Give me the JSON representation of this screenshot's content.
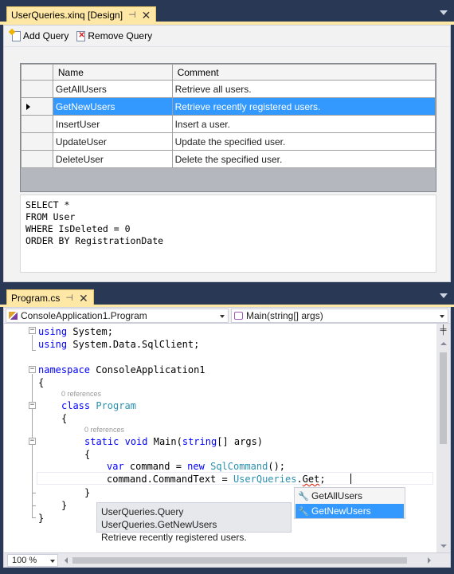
{
  "designer_tab": {
    "title": "UserQueries.xinq [Design]",
    "pin": "⊣",
    "close": "✕"
  },
  "toolbar": {
    "add_label": "Add Query",
    "remove_label": "Remove Query"
  },
  "grid": {
    "columns": [
      "Name",
      "Comment"
    ],
    "rows": [
      {
        "name": "GetAllUsers",
        "comment": "Retrieve all users."
      },
      {
        "name": "GetNewUsers",
        "comment": "Retrieve recently registered users."
      },
      {
        "name": "InsertUser",
        "comment": "Insert a user."
      },
      {
        "name": "UpdateUser",
        "comment": "Update the specified user."
      },
      {
        "name": "DeleteUser",
        "comment": "Delete the specified user."
      }
    ],
    "selected_index": 1
  },
  "sql": {
    "lines": [
      "SELECT *",
      "FROM User",
      "WHERE IsDeleted = 0",
      "ORDER BY RegistrationDate"
    ]
  },
  "code_tab": {
    "title": "Program.cs",
    "pin": "⊣",
    "close": "✕"
  },
  "navbar": {
    "class_combo": "ConsoleApplication1.Program",
    "member_combo": "Main(string[] args)"
  },
  "code": {
    "using1_kw": "using",
    "using1_rest": " System;",
    "using2_kw": "using",
    "using2_rest": " System.Data.SqlClient;",
    "ns_kw": "namespace",
    "ns_rest": " ConsoleApplication1",
    "open_brace": "{",
    "refs_class": "0 references",
    "class_kw": "class",
    "class_name": "Program",
    "refs_method": "0 references",
    "static_kw": "static",
    "void_kw": "void",
    "main_sig_a": " Main(",
    "string_kw": "string",
    "main_sig_b": "[] args)",
    "var_kw": "var",
    "var_rest_a": " command = ",
    "new_kw": "new",
    "sqlcommand_type": "SqlCommand",
    "var_rest_b": "();",
    "assign_a": "command.CommandText = ",
    "userqueries_type": "UserQueries",
    "dot": ".",
    "get_partial": "Get",
    "semicolon": ";",
    "close_brace": "}"
  },
  "completion": {
    "items": [
      "GetAllUsers",
      "GetNewUsers"
    ],
    "selected_index": 1
  },
  "tooltip": {
    "signature": "UserQueries.Query UserQueries.GetNewUsers",
    "description": "Retrieve recently registered users."
  },
  "bottom": {
    "zoom": "100 %"
  },
  "colors": {
    "accent": "#3399FF",
    "tab_active": "#FFE8A6",
    "chrome": "#293955",
    "keyword": "#0000FF",
    "type": "#2B91AF"
  }
}
